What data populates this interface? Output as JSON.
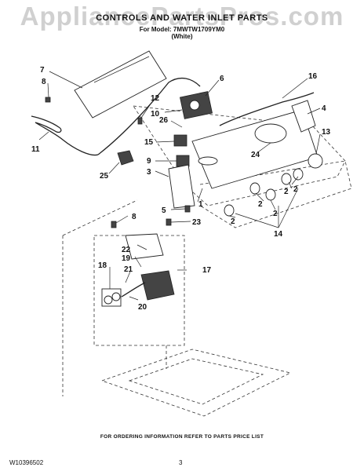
{
  "watermark": "AppliancePartsPros.com",
  "header": {
    "title": "CONTROLS AND WATER INLET PARTS",
    "model": "For Model: 7MWTW1709YM0",
    "variant": "(White)"
  },
  "footer": {
    "note": "FOR ORDERING INFORMATION REFER TO PARTS PRICE LIST",
    "doc_number": "W10396502",
    "page": "3"
  },
  "callouts": {
    "c7": "7",
    "c8a": "8",
    "c11": "11",
    "c12": "12",
    "c10": "10",
    "c6": "6",
    "c16": "16",
    "c4": "4",
    "c26": "26",
    "c13": "13",
    "c15": "15",
    "c9": "9",
    "c24": "24",
    "c3": "3",
    "c25": "25",
    "c2a": "2",
    "c2b": "2",
    "c2c": "2",
    "c2d": "2",
    "c2e": "2",
    "c5": "5",
    "c1": "1",
    "c14": "14",
    "c8b": "8",
    "c23": "23",
    "c22": "22",
    "c19": "19",
    "c18": "18",
    "c21": "21",
    "c17": "17",
    "c20": "20"
  }
}
